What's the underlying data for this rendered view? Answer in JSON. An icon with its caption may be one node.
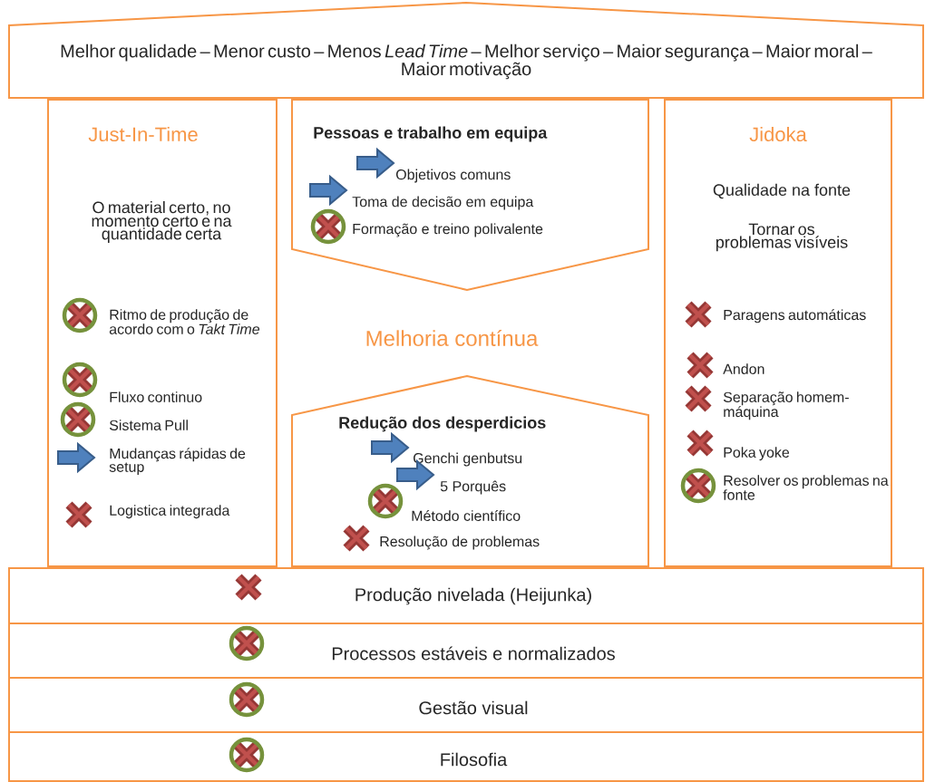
{
  "diagram": {
    "nodes": [
      {
        "text": [
          "Melhor qualidade – Menor custo – Menos *Lead Time* – Melhor serviço – Maior segurança – Maior moral – Maior motivação"
        ]
      },
      {
        "text": [
          "Just-In-Time",
          "O material certo, no momento certo e na quantidade certa",
          "Ritmo de produção de acordo com o *Takt Time*",
          "Fluxo continuo",
          "Sistema Pull",
          "Mudanças rápidas de setup",
          "Logistica integrada"
        ]
      },
      {
        "text": [
          "Pessoas e trabalho em equipa",
          "Objetivos comuns",
          "Toma de decisão em equipa",
          "Formação e treino polivalente"
        ]
      },
      {
        "text": [
          "Redução dos desperdicios",
          "Genchi genbutsu",
          "5 Porquês",
          "Método científico",
          "Resolução de problemas"
        ]
      },
      {
        "text": [
          "Jidoka",
          "Qualidade na fonte",
          "Tornar os problemas visíveis",
          "Paragens automáticas",
          "Andon",
          "Separação homem-máquina",
          "Poka yoke",
          "Resolver os problemas na fonte"
        ]
      },
      {
        "text": [
          "Produção nivelada (Heijunka)"
        ]
      },
      {
        "text": [
          "Processos estáveis e normalizados"
        ]
      },
      {
        "text": [
          "Gestão visual"
        ]
      },
      {
        "text": [
          "Filosofia"
        ]
      }
    ],
    "labels": [
      "Melhoria contínua"
    ]
  }
}
